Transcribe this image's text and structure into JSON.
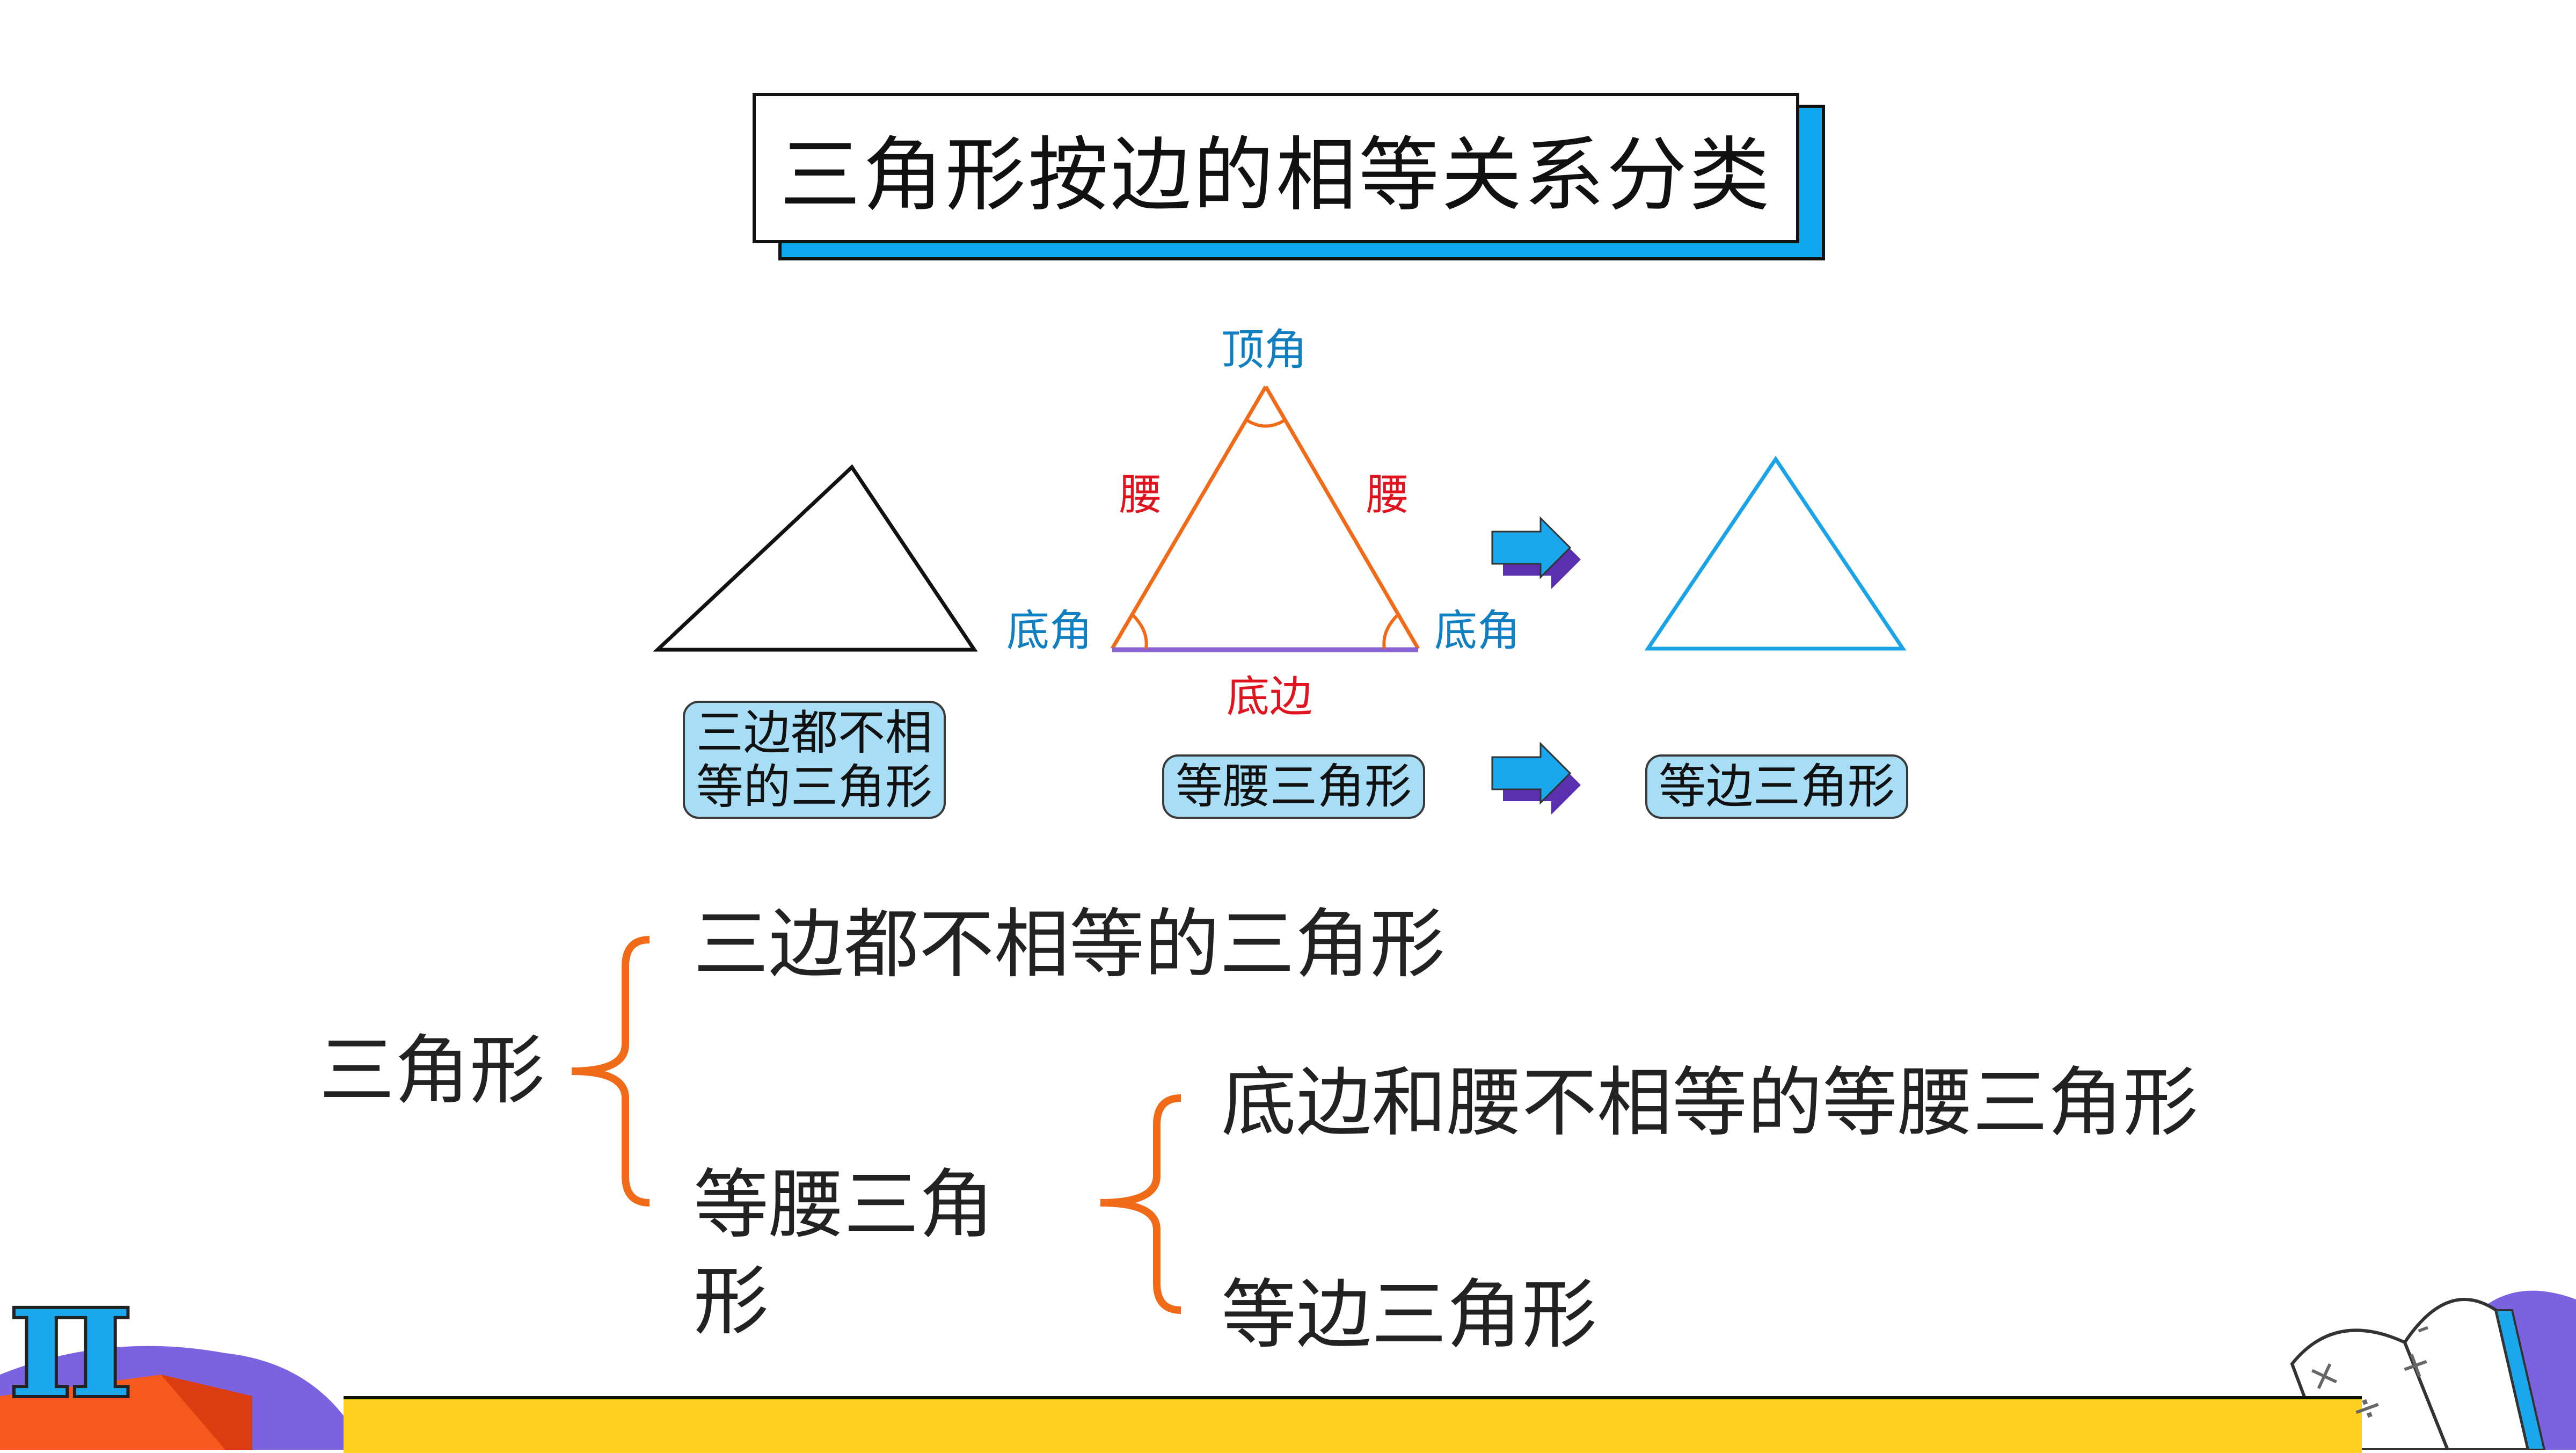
{
  "title": "三角形按边的相等关系分类",
  "diagram": {
    "vertex_angle": "顶角",
    "leg_left": "腰",
    "leg_right": "腰",
    "base_angle_left": "底角",
    "base_angle_right": "底角",
    "base": "底边"
  },
  "tags": {
    "scalene_line1": "三边都不相",
    "scalene_line2": "等的三角形",
    "isosceles": "等腰三角形",
    "equilateral": "等边三角形"
  },
  "classification": {
    "root": "三角形",
    "branch_scalene": "三边都不相等的三角形",
    "branch_isosceles_line1": "等腰三角",
    "branch_isosceles_line2": "形",
    "sub_unequal": "底边和腰不相等的等腰三角形",
    "sub_equilateral": "等边三角形"
  },
  "decor": {
    "pi_symbol": "π",
    "book_symbols": [
      "×",
      "÷",
      "-",
      "+"
    ]
  },
  "colors": {
    "title_shadow": "#0fa8ee",
    "isosceles_stroke": "#f06a18",
    "base_stroke": "#8a63d2",
    "equilateral_stroke": "#1ba3e8",
    "tag_fill": "#a8ddf6",
    "brace": "#f06a18",
    "bottom_bar": "#fed01f"
  }
}
